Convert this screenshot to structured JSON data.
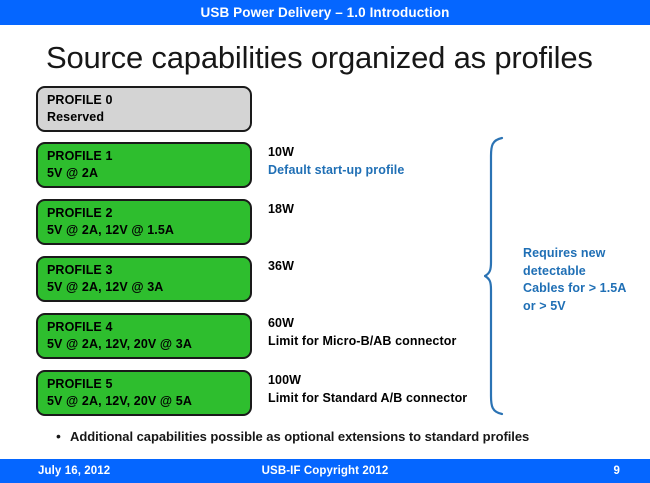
{
  "header": {
    "title": "USB Power Delivery – 1.0 Introduction",
    "bar_color": "#0566FF"
  },
  "slide": {
    "title": "Source capabilities organized as profiles"
  },
  "profiles": [
    {
      "name": "PROFILE 0",
      "spec": "Reserved",
      "fill": "#D4D4D4",
      "watt": "",
      "note": "",
      "note_color": ""
    },
    {
      "name": "PROFILE 1",
      "spec": "5V @ 2A",
      "fill": "#2EBE2E",
      "watt": "10W",
      "note": "Default start-up profile",
      "note_color": "#1F6FB5"
    },
    {
      "name": "PROFILE 2",
      "spec": "5V @ 2A, 12V @ 1.5A",
      "fill": "#2EBE2E",
      "watt": "18W",
      "note": "",
      "note_color": ""
    },
    {
      "name": "PROFILE 3",
      "spec": "5V @ 2A, 12V @ 3A",
      "fill": "#2EBE2E",
      "watt": "36W",
      "note": "",
      "note_color": ""
    },
    {
      "name": "PROFILE 4",
      "spec": "5V @ 2A, 12V, 20V @ 3A",
      "fill": "#2EBE2E",
      "watt": "60W",
      "note": "Limit for Micro-B/AB connector",
      "note_color": "#000000"
    },
    {
      "name": "PROFILE 5",
      "spec": "5V @ 2A, 12V, 20V @ 5A",
      "fill": "#2EBE2E",
      "watt": "100W",
      "note": "Limit for Standard A/B connector",
      "note_color": "#000000"
    }
  ],
  "annotation": {
    "line1": "Requires new",
    "line2": "detectable",
    "line3": "Cables for > 1.5A",
    "line4": "or > 5V",
    "color": "#1F6FB5"
  },
  "bullet": {
    "marker": "•",
    "text": "Additional capabilities possible as optional extensions to standard profiles"
  },
  "footer": {
    "date": "July 16, 2012",
    "copyright": "USB-IF Copyright 2012",
    "page": "9",
    "bar_color": "#0566FF"
  }
}
